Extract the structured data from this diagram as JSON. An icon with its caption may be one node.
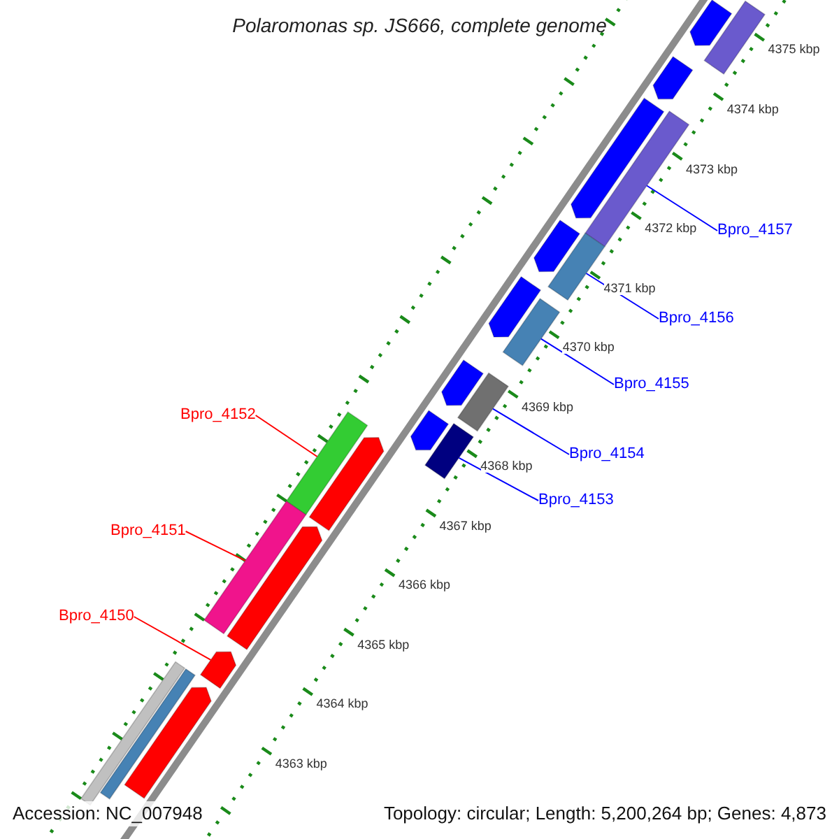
{
  "diagram": {
    "title": "Polaromonas sp. JS666, complete genome",
    "nodes": [
      {
        "text": [
          "Bpro_4157"
        ]
      },
      {
        "text": [
          "Bpro_4156"
        ]
      },
      {
        "text": [
          "Bpro_4155"
        ]
      },
      {
        "text": [
          "Bpro_4152"
        ]
      },
      {
        "text": [
          "Bpro_4154"
        ]
      },
      {
        "text": [
          "Bpro_4153"
        ]
      },
      {
        "text": [
          "Bpro_4151"
        ]
      },
      {
        "text": [
          "Bpro_4150"
        ]
      },
      {
        "text": [],
        "shape": "bar"
      },
      {
        "text": [],
        "shape": "bar"
      },
      {
        "text": [],
        "shape": "bar"
      },
      {
        "text": [],
        "shape": "bar"
      },
      {
        "text": [],
        "shape": "bar"
      },
      {
        "text": [],
        "shape": "bar"
      },
      {
        "text": [],
        "shape": "bar"
      },
      {
        "text": [],
        "shape": "arrow"
      },
      {
        "text": [],
        "shape": "arrow"
      },
      {
        "text": [],
        "shape": "arrow"
      },
      {
        "text": [],
        "shape": "arrow"
      },
      {
        "text": [],
        "shape": "arrow"
      },
      {
        "text": [],
        "shape": "arrow"
      },
      {
        "text": [],
        "shape": "arrow"
      },
      {
        "text": [],
        "shape": "arrow"
      },
      {
        "text": [],
        "shape": "bar"
      },
      {
        "text": [],
        "shape": "arrow"
      },
      {
        "text": [],
        "shape": "arrow"
      },
      {
        "text": [],
        "shape": "arrow"
      },
      {
        "text": [],
        "shape": "bar"
      },
      {
        "text": [],
        "shape": "bar"
      }
    ],
    "edges": [
      {
        "from": 0,
        "to": 8,
        "arrow": "none"
      },
      {
        "from": 1,
        "to": 9,
        "arrow": "none"
      },
      {
        "from": 2,
        "to": 10,
        "arrow": "none"
      },
      {
        "from": 3,
        "to": 11,
        "arrow": "none",
        "color": "#ff0000"
      },
      {
        "from": 4,
        "to": 12,
        "arrow": "none"
      },
      {
        "from": 5,
        "to": 13,
        "arrow": "none"
      },
      {
        "from": 6,
        "to": 14,
        "arrow": "none",
        "color": "#ff0000"
      },
      {
        "from": 7,
        "to": 15,
        "arrow": "none",
        "color": "#ff0000"
      }
    ],
    "labels": [
      "4375 kbp",
      "4374 kbp",
      "4373 kbp",
      "4372 kbp",
      "4371 kbp",
      "4370 kbp",
      "4369 kbp",
      "4368 kbp",
      "4367 kbp",
      "4366 kbp",
      "4365 kbp",
      "4364 kbp",
      "4363 kbp",
      "Accession: NC_007948",
      "Topology: circular; Length: 5,200,264 bp; Genes: 4,873"
    ]
  }
}
